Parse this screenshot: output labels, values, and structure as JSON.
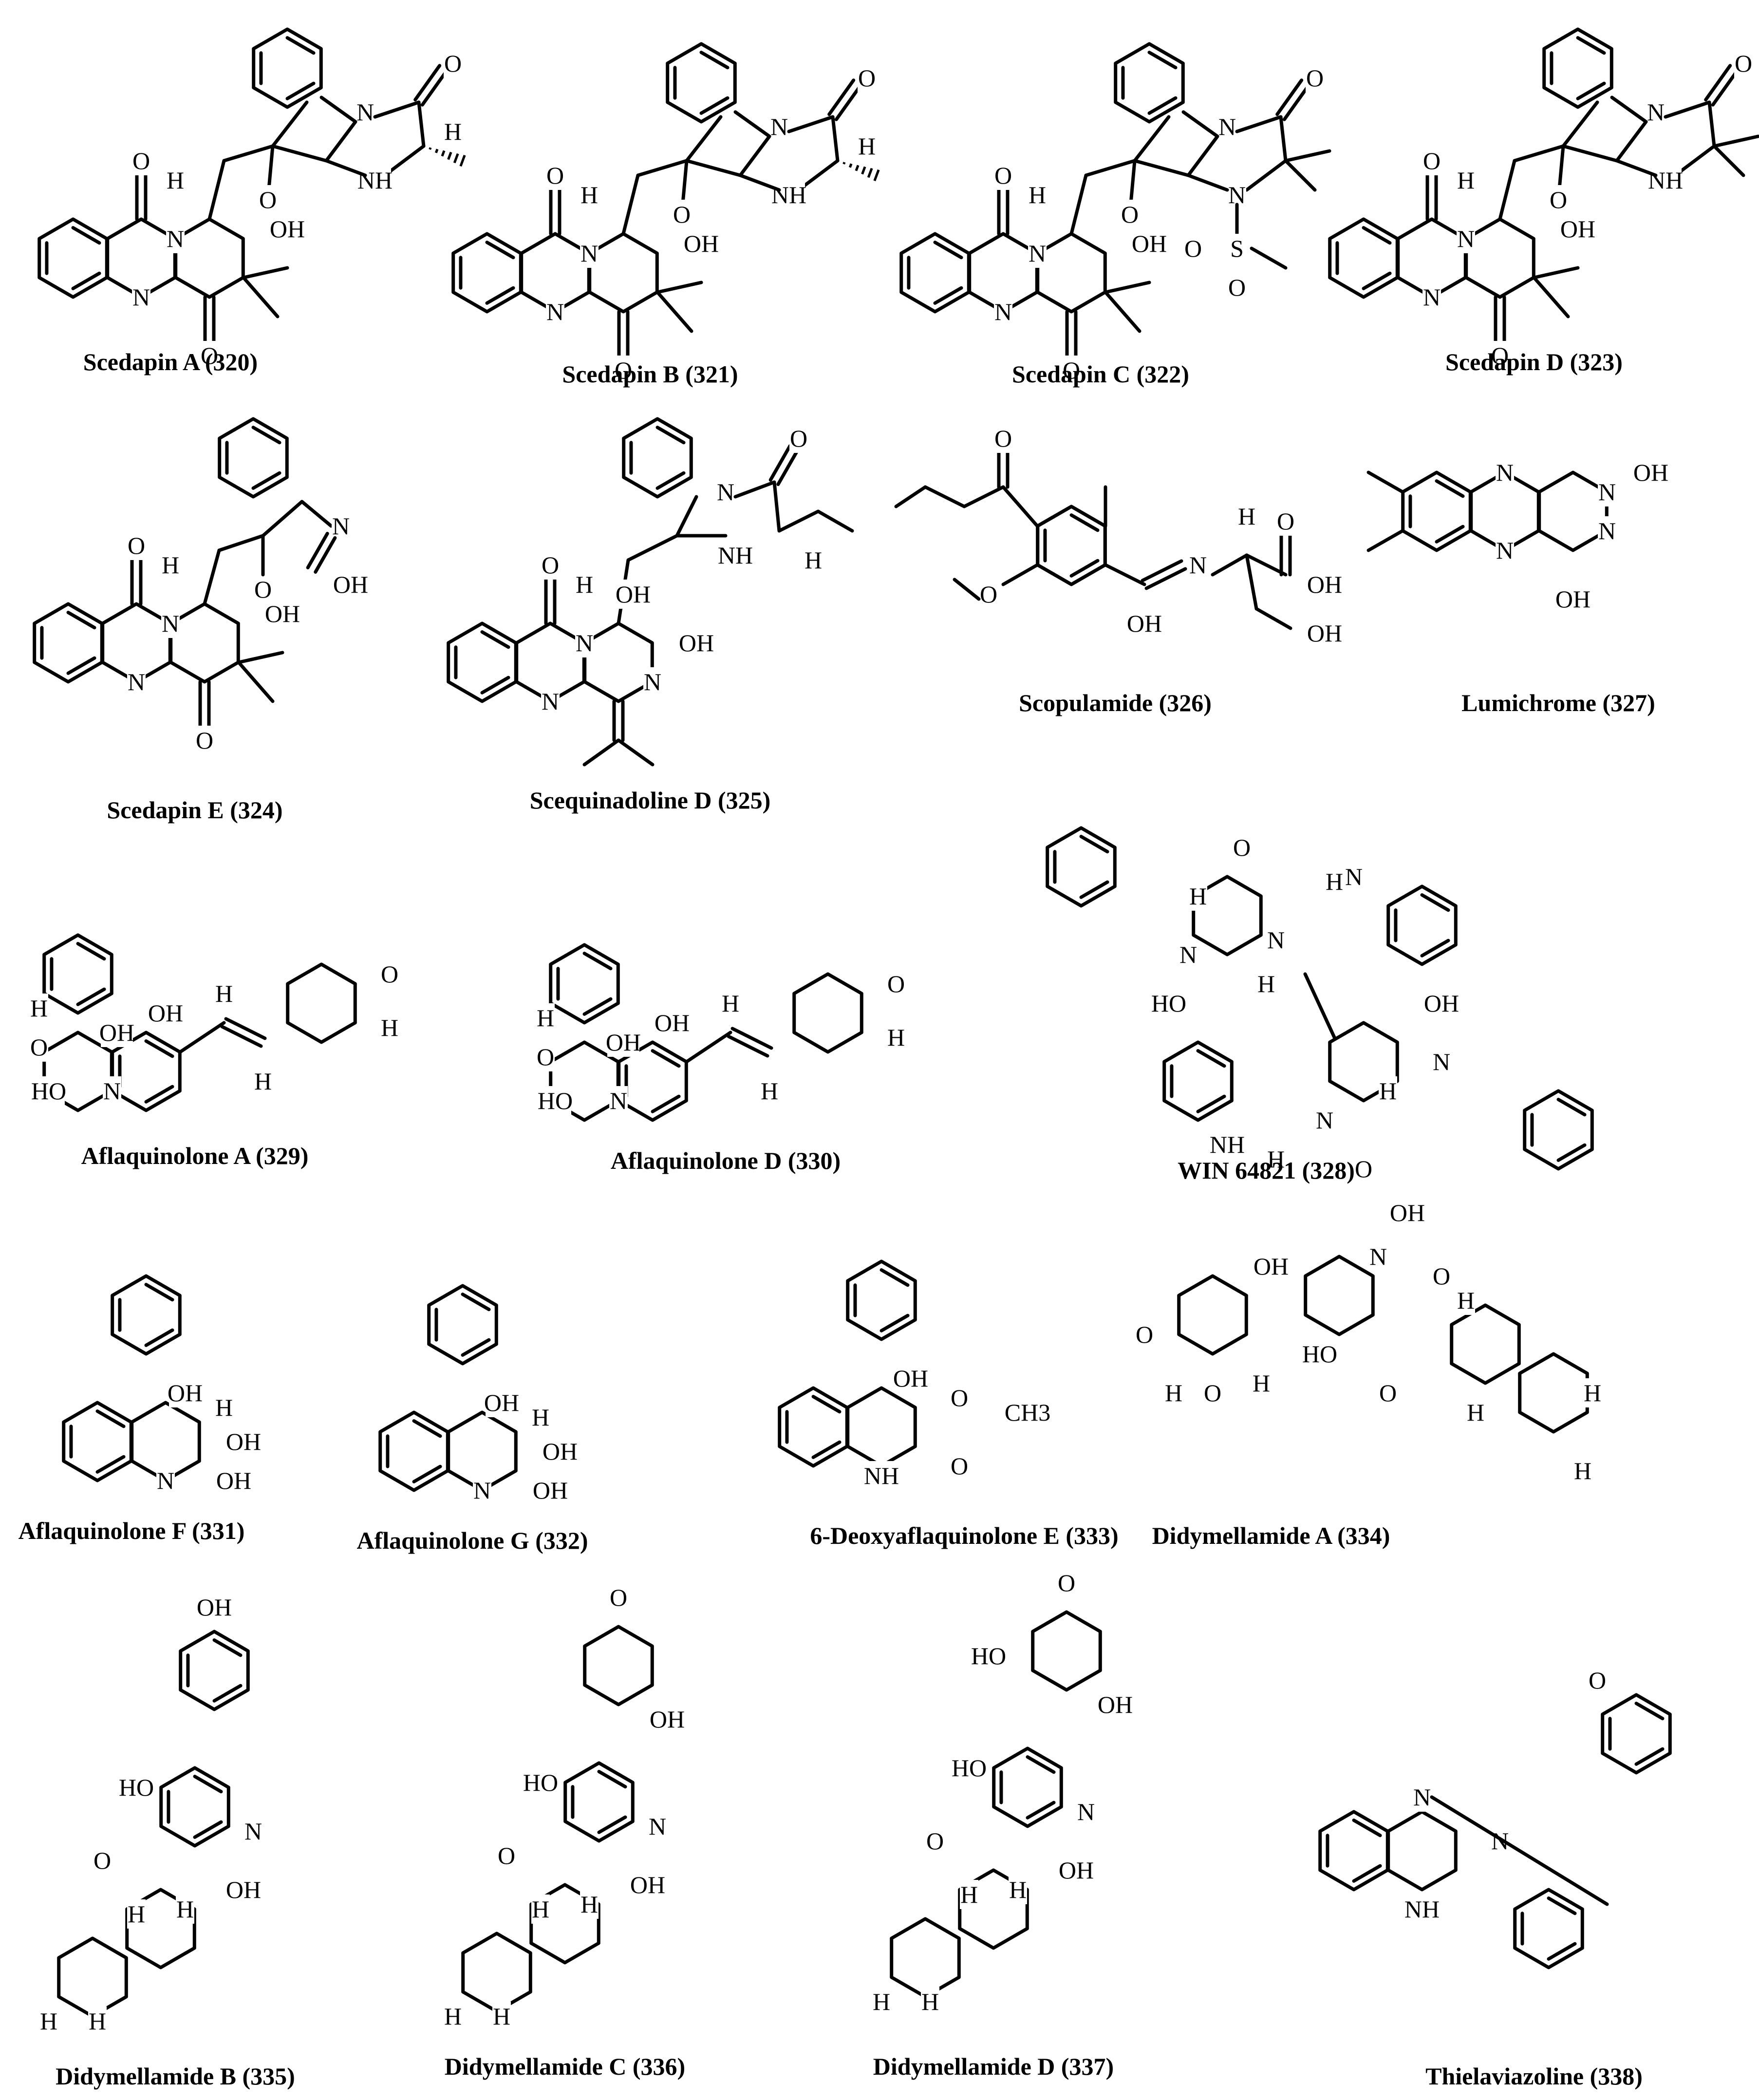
{
  "compounds": [
    {
      "id": "scedapin-a",
      "caption": "Scedapin A (320)"
    },
    {
      "id": "scedapin-b",
      "caption": "Scedapin B (321)"
    },
    {
      "id": "scedapin-c",
      "caption": "Scedapin C (322)"
    },
    {
      "id": "scedapin-d",
      "caption": "Scedapin D (323)"
    },
    {
      "id": "scedapin-e",
      "caption": "Scedapin E (324)"
    },
    {
      "id": "scequinadoline-d",
      "caption": "Scequinadoline D (325)"
    },
    {
      "id": "scopulamide",
      "caption": "Scopulamide (326)"
    },
    {
      "id": "lumichrome",
      "caption": "Lumichrome (327)"
    },
    {
      "id": "aflaquinolone-a",
      "caption": "Aflaquinolone A (329)"
    },
    {
      "id": "aflaquinolone-d",
      "caption": "Aflaquinolone D (330)"
    },
    {
      "id": "win-64821",
      "caption": "WIN 64821 (328)"
    },
    {
      "id": "aflaquinolone-f",
      "caption": "Aflaquinolone F (331)"
    },
    {
      "id": "aflaquinolone-g",
      "caption": "Aflaquinolone G (332)"
    },
    {
      "id": "deoxyaflaquinolone-e",
      "caption": "6-Deoxyaflaquinolone E (333)"
    },
    {
      "id": "didymellamide-a",
      "caption": "Didymellamide A (334)"
    },
    {
      "id": "didymellamide-b",
      "caption": "Didymellamide B (335)"
    },
    {
      "id": "didymellamide-c",
      "caption": "Didymellamide C (336)"
    },
    {
      "id": "didymellamide-d",
      "caption": "Didymellamide D (337)"
    },
    {
      "id": "thielaviazoline",
      "caption": "Thielaviazoline (338)"
    }
  ],
  "atom_labels": {
    "O": "O",
    "OH": "OH",
    "N": "N",
    "NH": "NH",
    "H": "H",
    "HO": "HO",
    "CH3": "CH3",
    "S": "S",
    "N_OH_top": "OH"
  }
}
